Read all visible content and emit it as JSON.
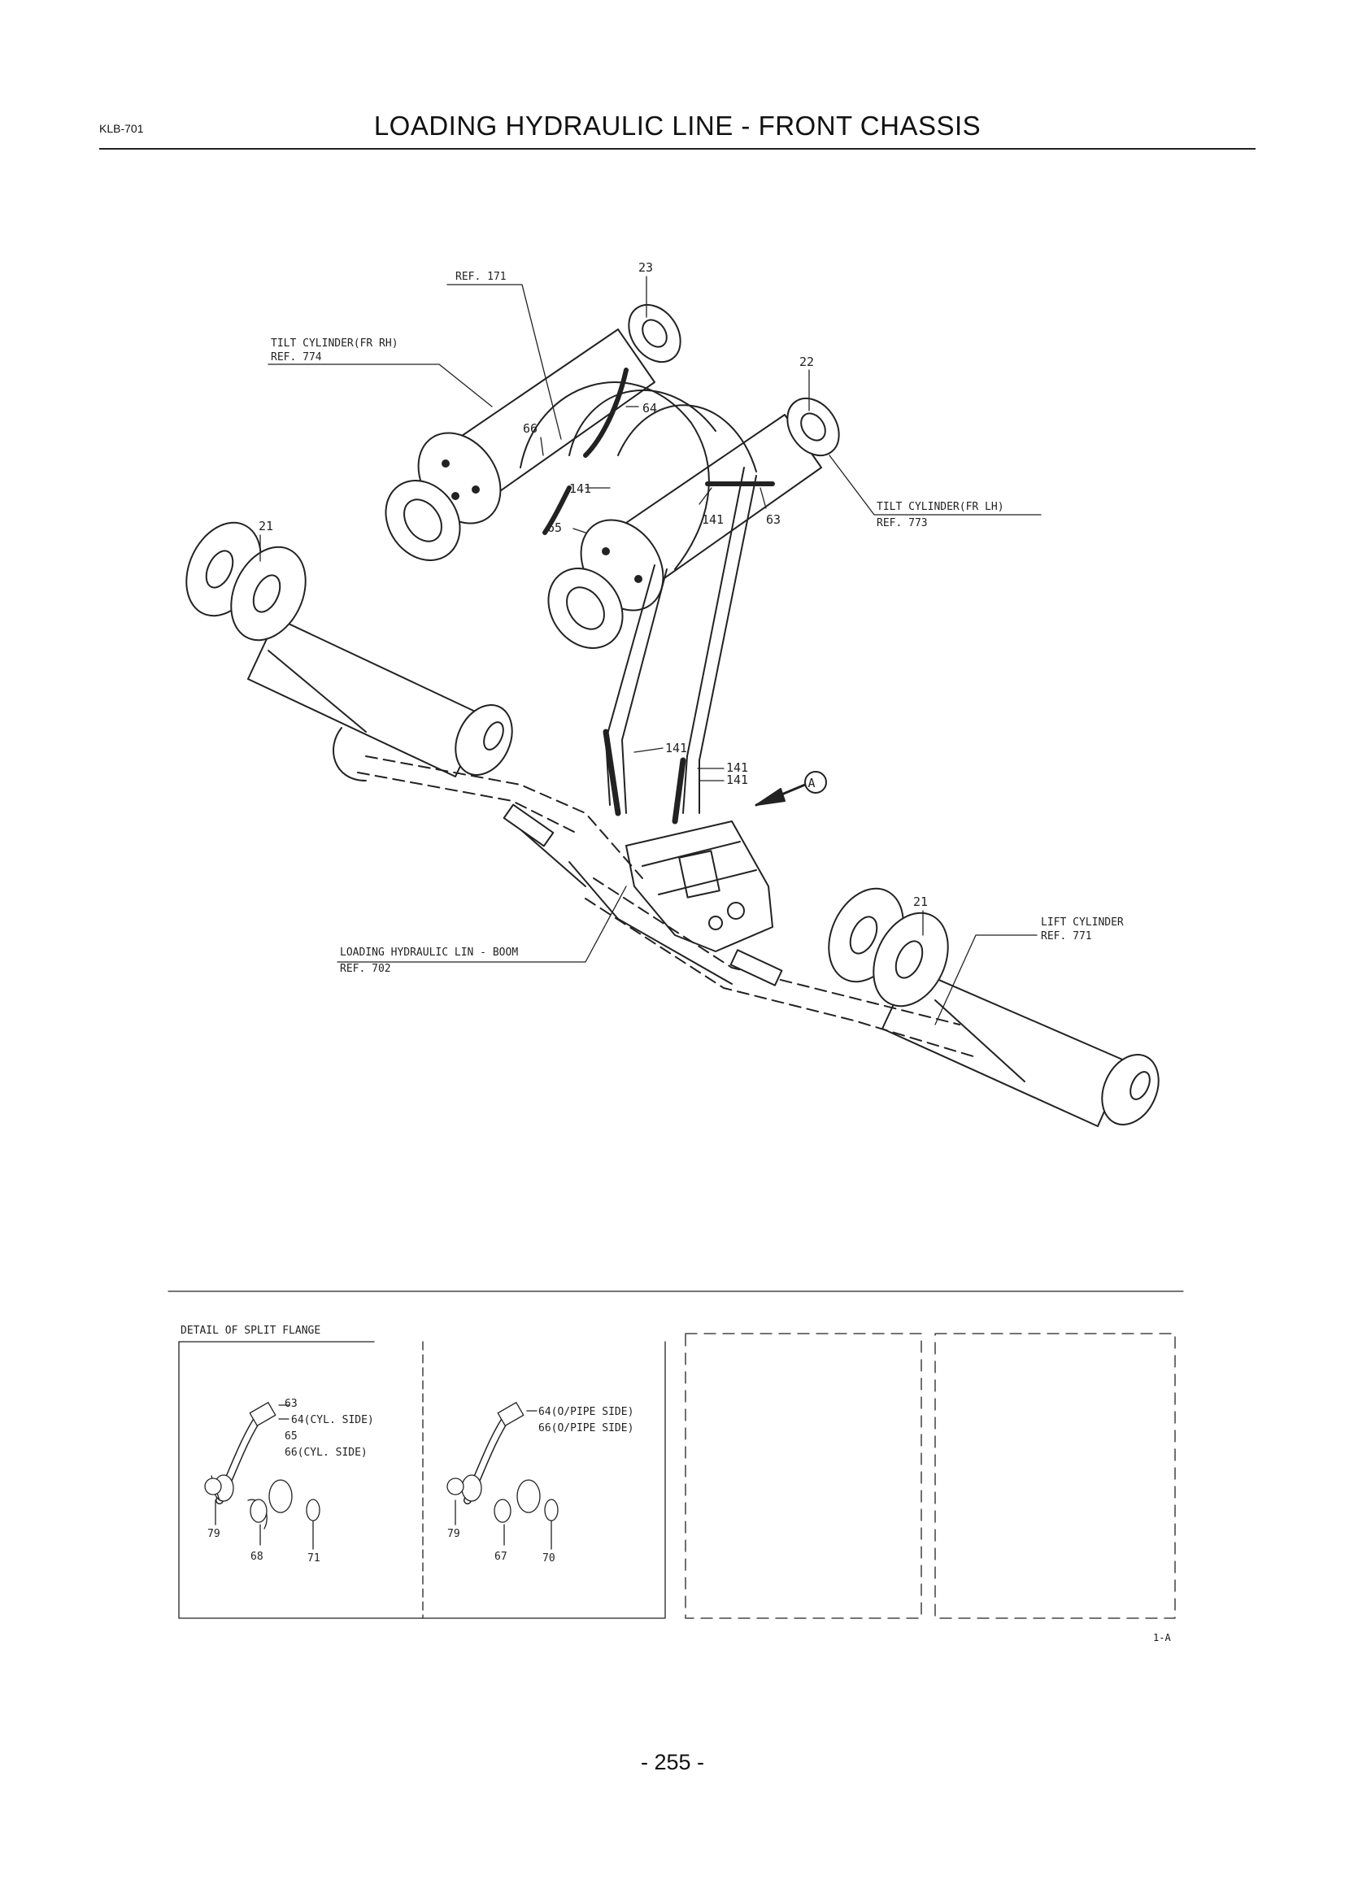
{
  "header": {
    "doc_code": "KLB-701",
    "title": "LOADING HYDRAULIC LINE - FRONT CHASSIS"
  },
  "callouts": {
    "ref171": "REF. 171",
    "tilt_rh_name": "TILT CYLINDER(FR RH)",
    "tilt_rh_ref": "REF. 774",
    "tilt_lh_name": "TILT CYLINDER(FR LH)",
    "tilt_lh_ref": "REF. 773",
    "lift_name": "LIFT CYLINDER",
    "lift_ref": "REF. 771",
    "loading_name": "LOADING HYDRAULIC LIN - BOOM",
    "loading_ref": "REF. 702",
    "view_marker": "A"
  },
  "part_numbers": {
    "p23": "23",
    "p22": "22",
    "p64": "64",
    "p66": "66",
    "p141a": "141",
    "p65": "65",
    "p141b": "141",
    "p63": "63",
    "p21a": "21",
    "p141c": "141",
    "p141d": "141",
    "p141e": "141",
    "p21b": "21"
  },
  "detail": {
    "title": "DETAIL OF SPLIT FLANGE",
    "left": {
      "l63": "63",
      "l64": "64(CYL. SIDE)",
      "l65": "65",
      "l66": "66(CYL. SIDE)",
      "l79": "79",
      "l68": "68",
      "l71": "71"
    },
    "right": {
      "r64": "64(O/PIPE SIDE)",
      "r66": "66(O/PIPE SIDE)",
      "r79": "79",
      "r67": "67",
      "r70": "70"
    }
  },
  "sheet_code": "1-A",
  "page_number": "- 255 -"
}
